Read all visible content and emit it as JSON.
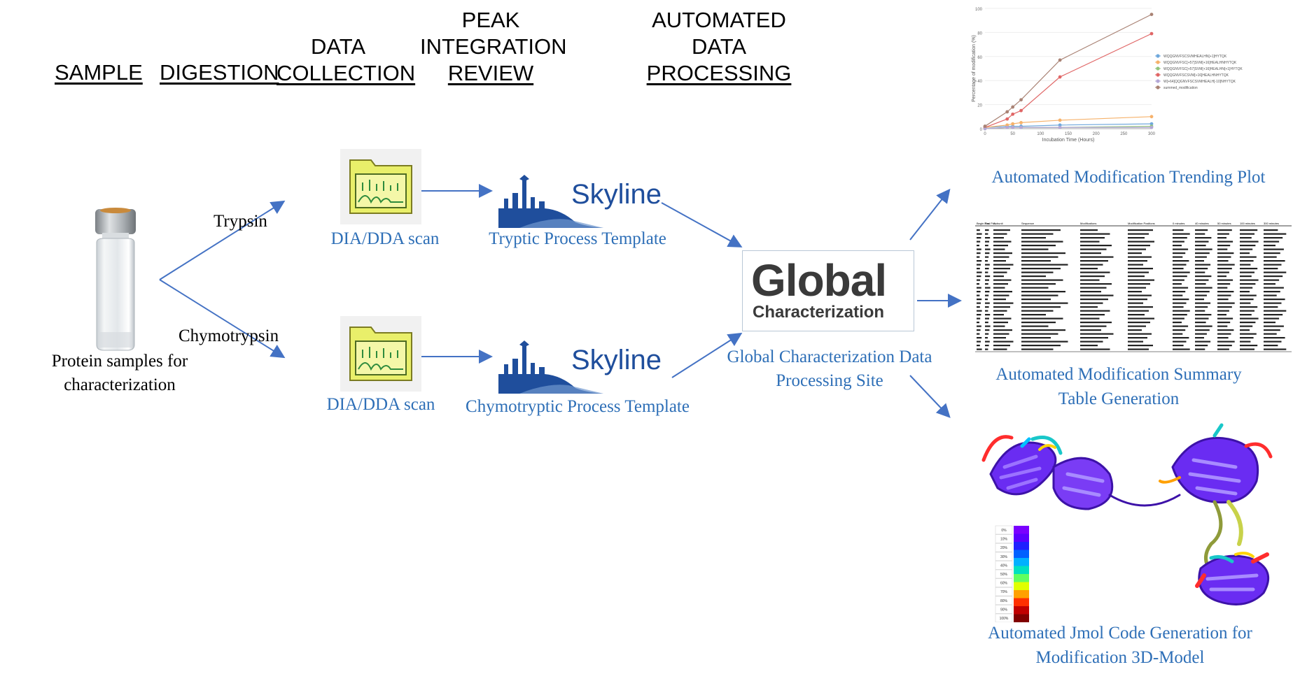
{
  "headers": {
    "sample": "SAMPLE",
    "digestion": "DIGESTION",
    "data_collection": [
      "DATA",
      "COLLECTION"
    ],
    "peak_review": [
      "PEAK",
      "INTEGRATION",
      "REVIEW"
    ],
    "automated": [
      "AUTOMATED",
      "DATA",
      "PROCESSING"
    ]
  },
  "sample": {
    "label_line1": "Protein samples for",
    "label_line2": "characterization"
  },
  "enzymes": {
    "trypsin": "Trypsin",
    "chymotrypsin": "Chymotrypsin"
  },
  "scans": {
    "top": "DIA/DDA scan",
    "bottom": "DIA/DDA scan"
  },
  "skyline": {
    "logo_text": "Skyline",
    "top_caption": "Tryptic Process Template",
    "bottom_caption": "Chymotryptic Process Template"
  },
  "global": {
    "logo_line1": "Global",
    "logo_line2": "Characterization",
    "caption_line1": "Global Characterization Data",
    "caption_line2": "Processing Site"
  },
  "outputs": {
    "trend_caption": "Automated Modification Trending Plot",
    "table_caption_line1": "Automated Modification Summary",
    "table_caption_line2": "Table Generation",
    "jmol_caption_line1": "Automated Jmol Code Generation for",
    "jmol_caption_line2": "Modification 3D-Model"
  },
  "colors": {
    "arrow": "#4472c4",
    "caption": "#2e6fb7",
    "skyline_blue": "#1f4e9c"
  },
  "chart_data": {
    "type": "line",
    "title": "",
    "xlabel": "Incubation Time (Hours)",
    "ylabel": "Percentage of modification (%)",
    "xlim": [
      0,
      300
    ],
    "ylim": [
      0,
      100
    ],
    "xticks": [
      0,
      50,
      100,
      150,
      200,
      250,
      300
    ],
    "yticks": [
      0,
      20,
      40,
      60,
      80,
      100
    ],
    "x": [
      0,
      40,
      50,
      65,
      135,
      300
    ],
    "legend_position": "right",
    "series": [
      {
        "name": "WQQGNVFSCSVMHEALHN[+1]HYTQK",
        "color": "#6fa8dc",
        "values": [
          1,
          2,
          2,
          2,
          3,
          4
        ]
      },
      {
        "name": "WQQGNVFSC[+57]SVM[+16]HEALHNHYTQK",
        "color": "#f6b26b",
        "values": [
          1,
          3,
          4,
          5,
          7,
          10
        ]
      },
      {
        "name": "WQQGNVFSC[+57]SVM[+16]HEALHN[+1]HYTQK",
        "color": "#93c47d",
        "values": [
          0,
          1,
          1,
          1,
          1,
          2
        ]
      },
      {
        "name": "WQQGNVFSCSVM[+16]HEALHNHYTQK",
        "color": "#e06666",
        "values": [
          1,
          8,
          12,
          15,
          43,
          79
        ]
      },
      {
        "name": "W[+64]QQGNVFSCSVMHEALH[-10]NHYTQK",
        "color": "#b4a7d6",
        "values": [
          0,
          1,
          1,
          1,
          1,
          1
        ]
      },
      {
        "name": "summed_modification",
        "color": "#a98274",
        "values": [
          2,
          14,
          18,
          24,
          57,
          95
        ]
      }
    ]
  },
  "table_preview": {
    "columns": [
      "Begin Pos",
      "End Pos",
      "Subunit",
      "Sequence",
      "Modifications",
      "Modification Positions",
      "0 minutes",
      "40 minutes",
      "50 minutes",
      "100 minutes",
      "300 minutes"
    ]
  },
  "color_scale": {
    "labels": [
      "0%",
      "10%",
      "20%",
      "30%",
      "40%",
      "50%",
      "60%",
      "70%",
      "80%",
      "90%",
      "100%"
    ],
    "colors": [
      "#7a00ff",
      "#5a00ff",
      "#2020ff",
      "#0060ff",
      "#00b0ff",
      "#00e0c0",
      "#60ff60",
      "#e0ff00",
      "#ffa000",
      "#ff3000",
      "#c00000",
      "#800000"
    ]
  }
}
